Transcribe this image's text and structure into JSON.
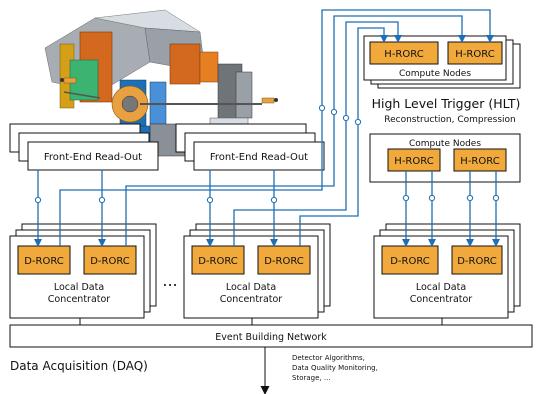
{
  "front_end": {
    "label": "Front-End Read-Out"
  },
  "ldc": {
    "line1": "Local Data",
    "line2": "Concentrator"
  },
  "rorc": {
    "d_label": "D-RORC",
    "h_label": "H-RORC"
  },
  "compute_nodes": {
    "label": "Compute Nodes"
  },
  "hlt": {
    "title": "High Level Trigger (HLT)",
    "subtitle": "Reconstruction, Compression"
  },
  "ellipsis": "...",
  "network": {
    "label": "Event Building Network"
  },
  "daq": {
    "title": "Data Acquisition (DAQ)"
  },
  "downstream": {
    "line1": "Detector Algorithms,",
    "line2": "Data Quality Monitoring,",
    "line3": "Storage, ..."
  },
  "colors": {
    "rorc_fill": "#f0a93a",
    "link_blue": "#1f6fb4"
  }
}
